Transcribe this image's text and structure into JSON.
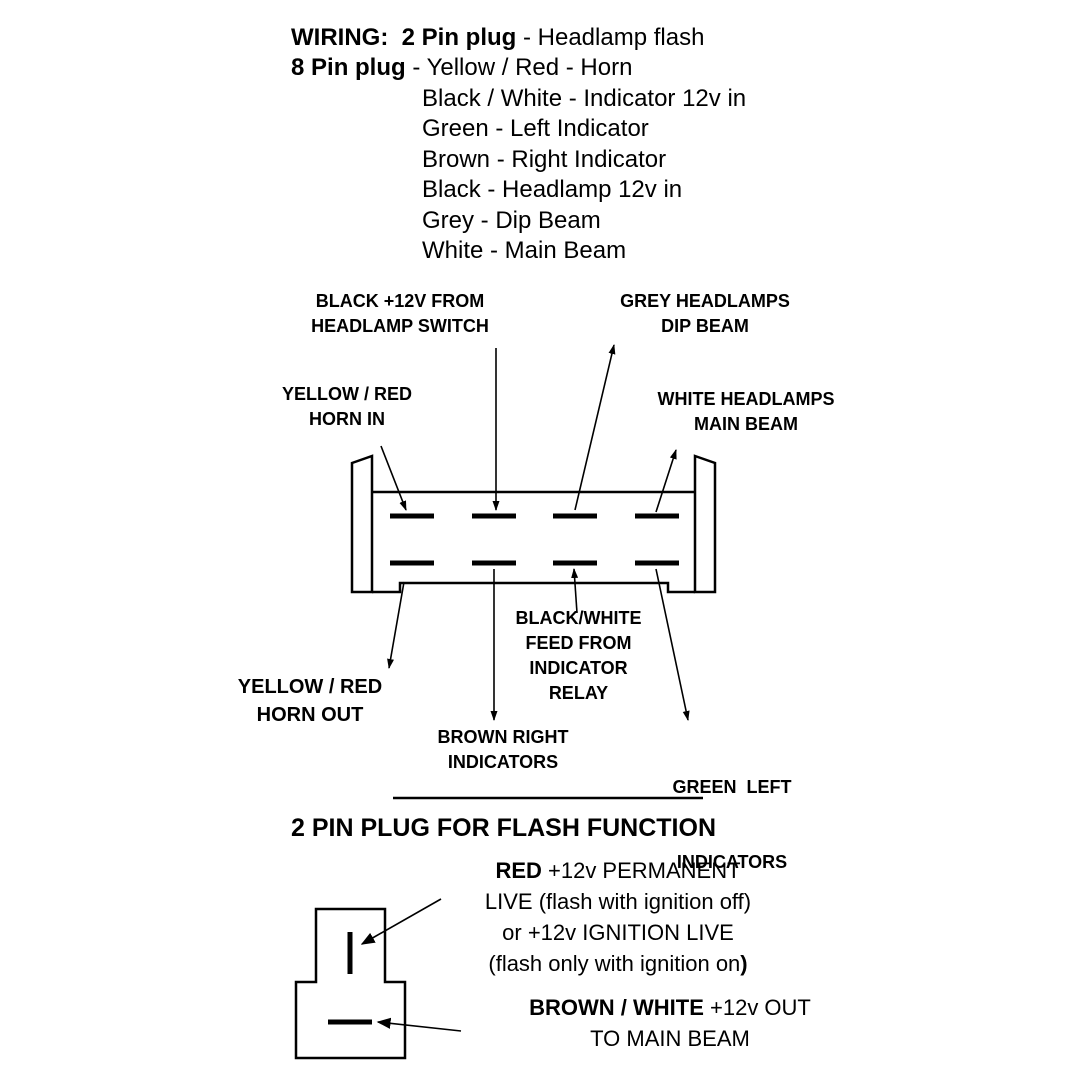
{
  "wiring": {
    "heading": "WIRING:",
    "two_pin_label": "2 Pin plug",
    "two_pin_desc": " - Headlamp flash",
    "eight_pin_label": "8 Pin plug",
    "eight_pin_first": " - Yellow / Red - Horn",
    "eight_pin_rest": [
      "Black / White - Indicator 12v in",
      "Green - Left Indicator",
      "Brown - Right Indicator",
      "Black - Headlamp 12v in",
      "Grey - Dip Beam",
      "White - Main Beam"
    ]
  },
  "connector_labels": {
    "black_feed": [
      "BLACK +12V FROM",
      "HEADLAMP SWITCH"
    ],
    "grey_dip": [
      "GREY HEADLAMPS",
      "DIP BEAM"
    ],
    "yellow_red_in": [
      "YELLOW / RED",
      "HORN IN"
    ],
    "white_main": [
      "WHITE HEADLAMPS",
      "MAIN BEAM"
    ],
    "black_white_feed": [
      "BLACK/WHITE",
      "FEED FROM",
      "INDICATOR",
      "RELAY"
    ],
    "yellow_red_out": [
      "YELLOW / RED",
      "HORN OUT"
    ],
    "brown_right": [
      "BROWN RIGHT",
      "INDICATORS"
    ],
    "green_left": [
      "GREEN  LEFT",
      "INDICATORS"
    ]
  },
  "flash": {
    "title": "2 PIN PLUG FOR FLASH FUNCTION",
    "red_bold": "RED",
    "red_rest": " +12v PERMANENT",
    "red_lines": [
      "LIVE (flash with ignition off)",
      "or +12v IGNITION LIVE"
    ],
    "red_last": "(flash only with ignition on",
    "red_last_paren": ")",
    "brown_bold": "BROWN / WHITE",
    "brown_rest": " +12v OUT",
    "brown_line2": "TO MAIN BEAM"
  }
}
